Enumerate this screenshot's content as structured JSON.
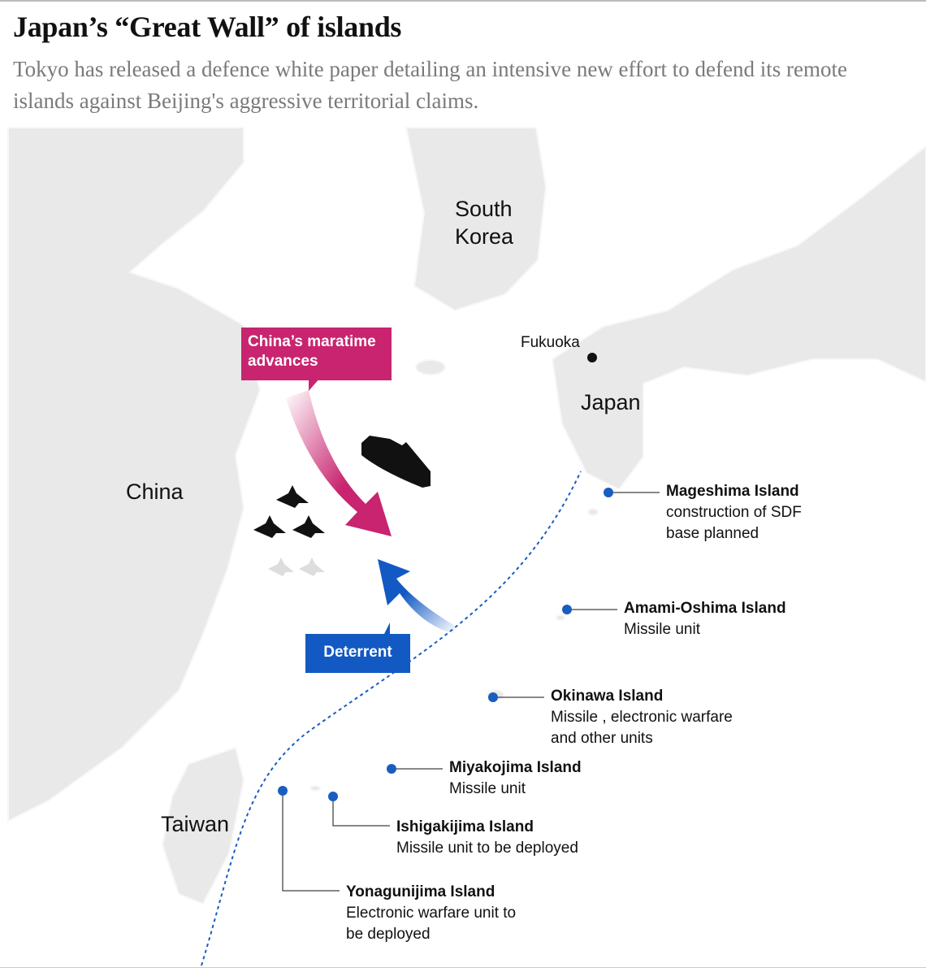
{
  "title": "Japan’s “Great Wall” of islands",
  "subtitle": "Tokyo has released a defence white paper detailing an intensive new effort to defend its remote islands against Beijing's aggressive territorial claims.",
  "labels": {
    "south_korea_1": "South",
    "south_korea_2": "Korea",
    "china": "China",
    "japan": "Japan",
    "taiwan": "Taiwan",
    "fukuoka": "Fukuoka"
  },
  "callouts": {
    "china_advances": "China’s maratime advances",
    "deterrent": "Deterrent"
  },
  "colors": {
    "china": "#c8246f",
    "deterrent": "#1259c3",
    "land": "#e8e8e8",
    "dot": "#1a5dc0"
  },
  "islands": [
    {
      "name": "Mageshima Island",
      "desc": "construction of SDF base planned"
    },
    {
      "name": "Amami-Oshima Island",
      "desc": "Missile unit"
    },
    {
      "name": "Okinawa Island",
      "desc": "Missile , electronic warfare and other units"
    },
    {
      "name": "Miyakojima Island",
      "desc": "Missile unit"
    },
    {
      "name": "Ishigakijima Island",
      "desc": "Missile unit to be deployed"
    },
    {
      "name": "Yonagunijima Island",
      "desc": "Electronic warfare unit to be deployed"
    }
  ]
}
